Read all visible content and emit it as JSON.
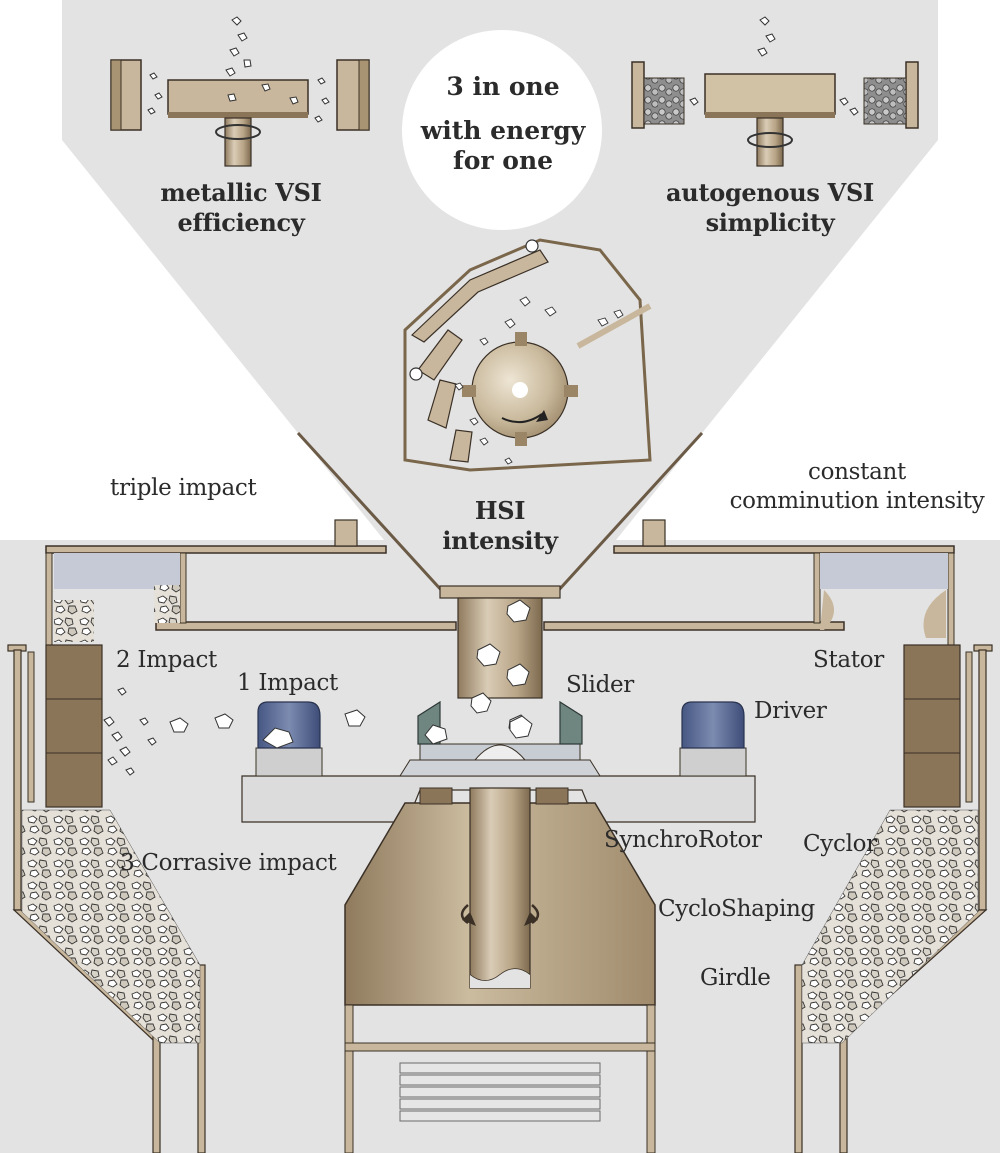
{
  "header": {
    "center_line1": "3 in one",
    "center_line2": "with energy",
    "center_line3": "for one",
    "metallic_line1": "metallic VSI",
    "metallic_line2": "efficiency",
    "autogenous_line1": "autogenous VSI",
    "autogenous_line2": "simplicity",
    "hsi_line1": "HSI",
    "hsi_line2": "intensity"
  },
  "labels": {
    "triple_impact": "triple impact",
    "constant_line1": "constant",
    "constant_line2": "comminution intensity",
    "impact2": "2 Impact",
    "impact1": "1 Impact",
    "slider": "Slider",
    "stator": "Stator",
    "driver": "Driver",
    "synchrorotor": "SynchroRotor",
    "corrasive": "3 Corrasive impact",
    "cyclor": "Cyclor",
    "cycloshaping": "CycloShaping",
    "girdle": "Girdle"
  },
  "colors": {
    "background": "#e3e3e3",
    "bronze": "#c8b79c",
    "bronze_dark": "#8a7558",
    "blue": "#5a6a92",
    "teal": "#6f8580",
    "outline": "#3a3026",
    "stone": "#9b8a72"
  }
}
